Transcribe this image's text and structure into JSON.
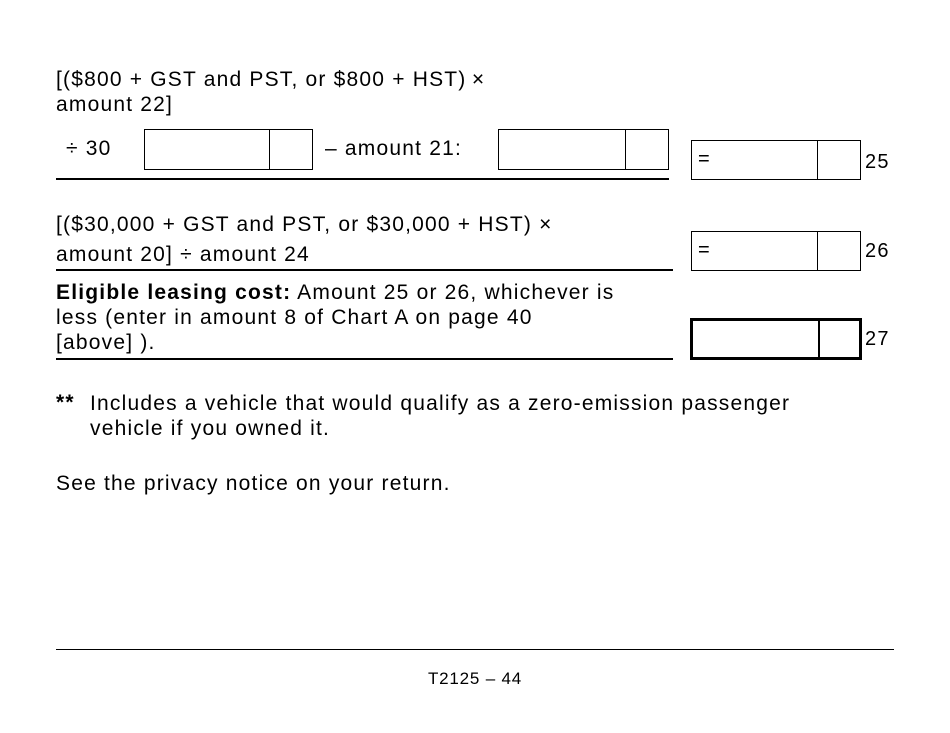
{
  "section_a": {
    "line1": "[($800 +  GST and PST, or $800 + HST) ×",
    "line2": "amount 22]",
    "divide_label": "÷  30",
    "minus_label": "– amount 21:",
    "equals": "=",
    "line_number": "25"
  },
  "section_b": {
    "line1": "[($30,000 + GST and PST, or $30,000 + HST) ×",
    "line2": "amount 20] ÷ amount 24",
    "equals": "=",
    "line_number": "26"
  },
  "section_c": {
    "bold_label": "Eligible leasing cost:",
    "line1_rest": " Amount 25 or 26, whichever is",
    "line2": "less (enter in amount 8 of Chart A on page 40",
    "line3": "[above] ).",
    "line_number": "27"
  },
  "footnote": {
    "marker": "**",
    "line1": "Includes a vehicle that would qualify as a zero-emission passenger",
    "line2": "vehicle if you owned it."
  },
  "privacy_notice": "See the privacy notice on your return.",
  "page_footer": "T2125 – 44"
}
